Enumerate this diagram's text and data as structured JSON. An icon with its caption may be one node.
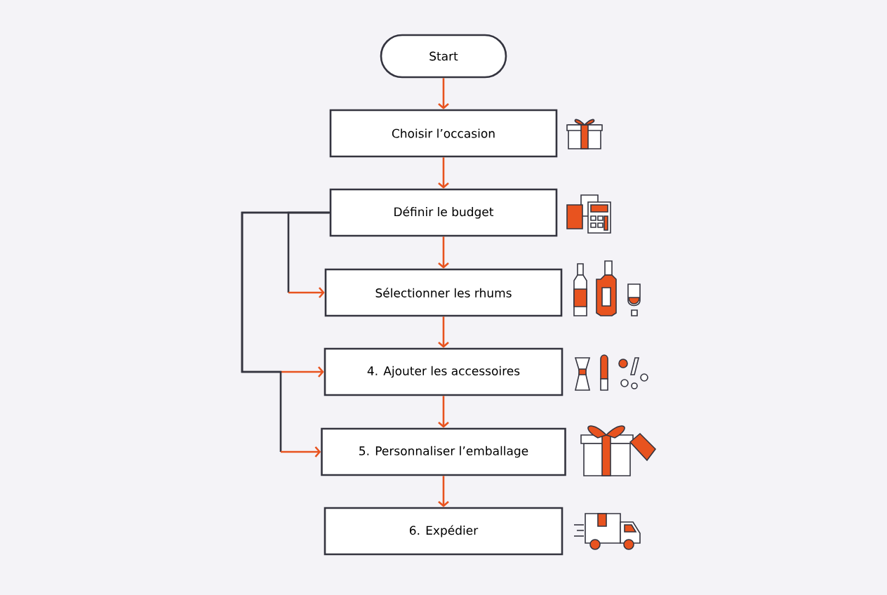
{
  "diagram": {
    "nodes": [
      {
        "text": [
          "Start"
        ]
      },
      {
        "text": [
          "Choisir l’occasion"
        ]
      },
      {
        "text": [
          "Définir le budget"
        ]
      },
      {
        "text": [
          "Sélectionner les rhums"
        ]
      },
      {
        "text": [
          "4. Ajouter les accessoires"
        ]
      },
      {
        "text": [
          "5. Personnaliser l’emballage"
        ]
      },
      {
        "text": [
          "6. Expédier"
        ]
      }
    ],
    "edges": [
      {
        "from": 0,
        "to": 1,
        "arrow": "to"
      },
      {
        "from": 1,
        "to": 2,
        "arrow": "to"
      },
      {
        "from": 2,
        "to": 3,
        "arrow": "to"
      },
      {
        "from": 3,
        "to": 4,
        "arrow": "to"
      },
      {
        "from": 4,
        "to": 5,
        "arrow": "to"
      },
      {
        "from": 5,
        "to": 6,
        "arrow": "to"
      },
      {
        "from": 2,
        "to": 3,
        "arrow": "to",
        "color": "#34343f"
      },
      {
        "from": 2,
        "to": 4,
        "arrow": "to",
        "color": "#34343f"
      },
      {
        "from": 2,
        "to": 5,
        "arrow": "to",
        "color": "#34343f"
      }
    ]
  }
}
